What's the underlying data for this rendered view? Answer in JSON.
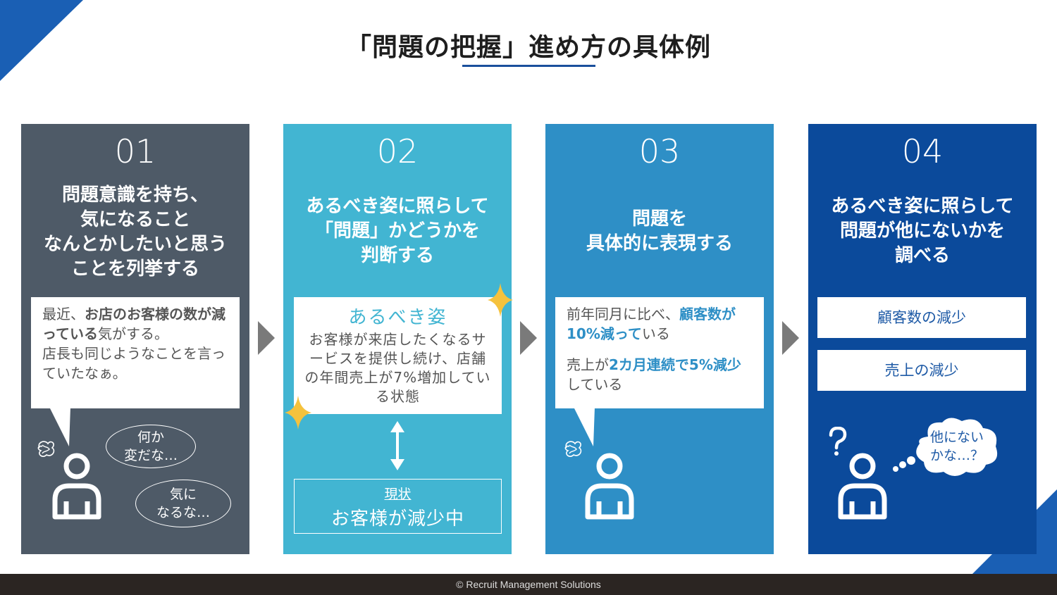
{
  "title": "「問題の把握」進め方の具体例",
  "accent_color": "#1a5fb4",
  "steps": [
    {
      "number": "01",
      "heading": "問題意識を持ち、\n気になること\nなんとかしたいと思う\nことを列挙する",
      "note": {
        "t1": "最近、",
        "h1": "お店のお客様の数が減っている",
        "t2": "気がする。",
        "t3": "店長も同じようなことを言っていたなぁ。"
      },
      "bubble1": "何か\n変だな…",
      "bubble2": "気に\nなるな…"
    },
    {
      "number": "02",
      "heading": "あるべき姿に照らして\n「問題」かどうかを\n判断する",
      "ideal_label": "あるべき姿",
      "ideal_text": "お客様が来店したくなるサービスを提供し続け、店舗の年間売上が7%増加している状態",
      "current_label": "現状",
      "current_text": "お客様が減少中"
    },
    {
      "number": "03",
      "heading": "問題を\n具体的に表現する",
      "line1_a": "前年同月に比べ、",
      "line1_b": "顧客数が10%減って",
      "line1_c": "いる",
      "line2_a": "売上が",
      "line2_b": "2カ月連続で5%減少",
      "line2_c": "している"
    },
    {
      "number": "04",
      "heading": "あるべき姿に照らして\n問題が他にないかを\n調べる",
      "items": [
        "顧客数の減少",
        "売上の減少"
      ],
      "bubble": "他にない\nかな…？"
    }
  ],
  "footer": "© Recruit Management Solutions"
}
